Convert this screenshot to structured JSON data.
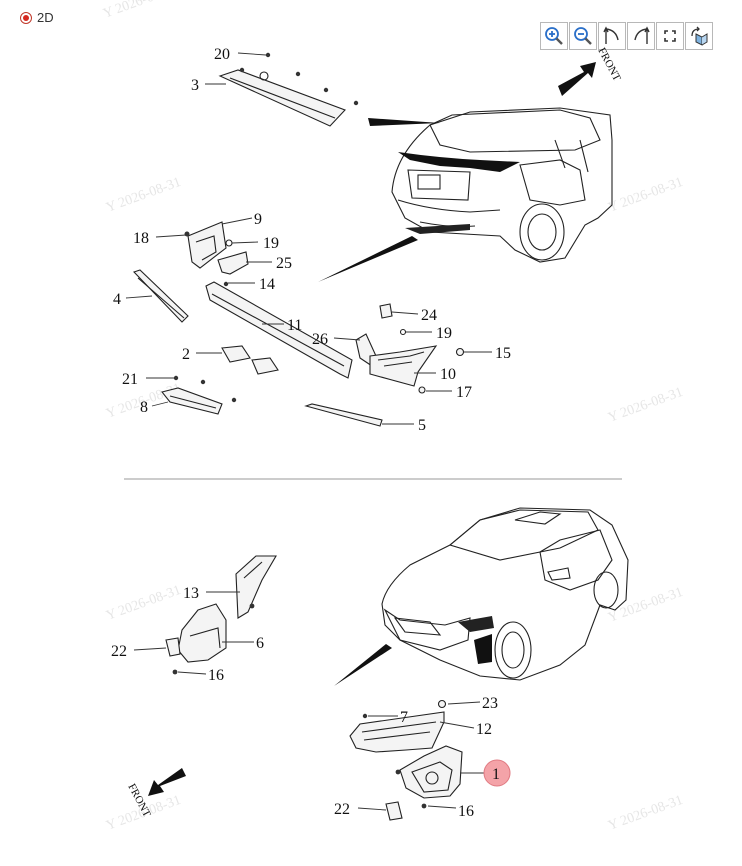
{
  "view_mode": {
    "label": "2D",
    "selected": true
  },
  "toolbar": [
    {
      "name": "zoom-in-icon"
    },
    {
      "name": "zoom-out-icon"
    },
    {
      "name": "rotate-left-icon"
    },
    {
      "name": "rotate-right-icon"
    },
    {
      "name": "fit-screen-icon"
    },
    {
      "name": "reset-view-icon"
    }
  ],
  "watermark": "Y 2026-08-31",
  "front_label": "FRONT",
  "callouts_upper": [
    "20",
    "3",
    "9",
    "18",
    "19",
    "25",
    "14",
    "4",
    "24",
    "11",
    "19",
    "26",
    "2",
    "15",
    "21",
    "10",
    "17",
    "8",
    "5"
  ],
  "callouts_lower": [
    "13",
    "6",
    "22",
    "16",
    "23",
    "7",
    "12",
    "1",
    "22",
    "16"
  ],
  "highlighted_callout": "1",
  "highlight_color": "#f4a3a8"
}
